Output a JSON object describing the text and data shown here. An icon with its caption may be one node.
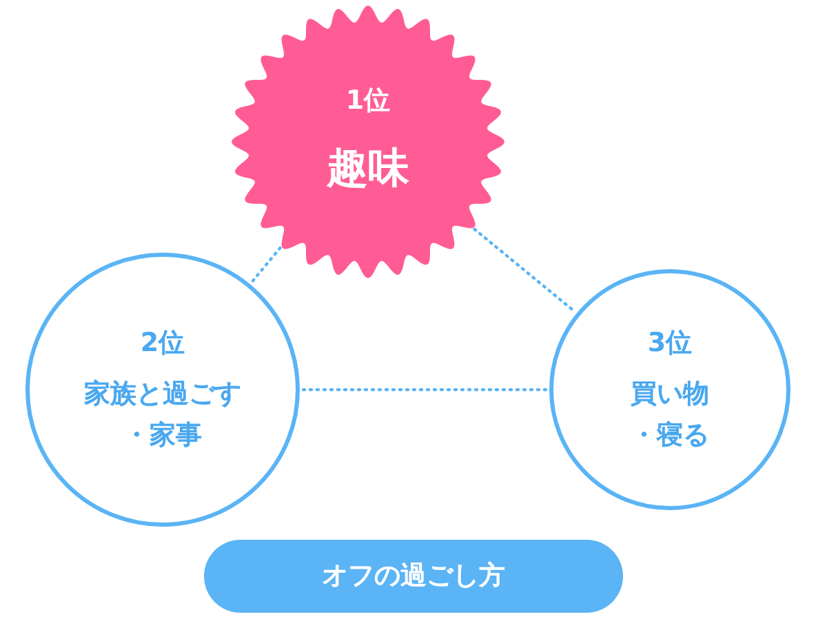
{
  "diagram": {
    "nodes": [
      {
        "text": [
          "1位",
          "趣味"
        ]
      },
      {
        "text": [
          "2位",
          "家族と過ごす・家事"
        ]
      },
      {
        "text": [
          "3位",
          "買い物・寝る"
        ]
      },
      {
        "text": [
          "オフの過ごし方"
        ]
      }
    ],
    "edges": [
      {
        "from": 0,
        "to": 1,
        "arrow": "none",
        "style": "dashed"
      },
      {
        "from": 0,
        "to": 2,
        "arrow": "none",
        "style": "dashed"
      },
      {
        "from": 1,
        "to": 2,
        "arrow": "none",
        "style": "dashed"
      }
    ]
  }
}
